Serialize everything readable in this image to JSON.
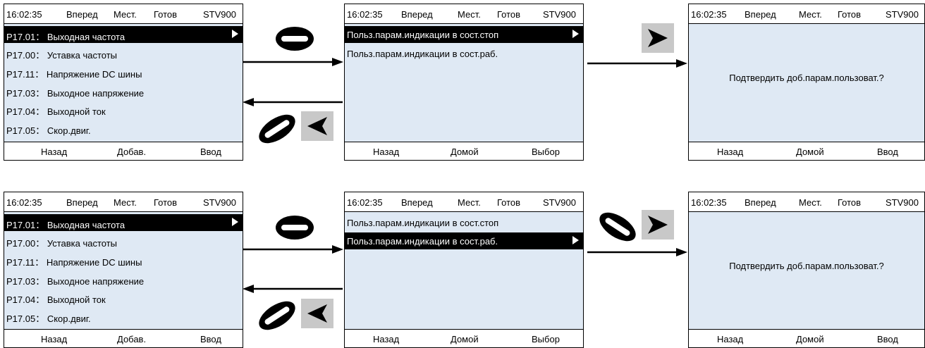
{
  "status": {
    "time": "16:02:35",
    "direction": "Вперед",
    "mode": "Мест.",
    "state": "Готов",
    "model": "STV900"
  },
  "menu_params": [
    "P17.01： Выходная частота",
    "P17.00： Уставка частоты",
    "P17.11： Напряжение DC шины",
    "P17.03： Выходное напряжение",
    "P17.04： Выходной ток",
    "P17.05： Скор.двиг."
  ],
  "menu_display": [
    "Польз.парам.индикации в сост.стоп",
    "Польз.парам.индикации в сост.раб."
  ],
  "confirm_message": "Подтвердить доб.парам.пользоват.?",
  "softkeys": {
    "back": "Назад",
    "add": "Добав.",
    "enter": "Ввод",
    "home": "Домой",
    "select": "Выбор"
  },
  "icons": {
    "knob_press": "knob-press-icon",
    "knob_rotate": "knob-rotate-icon",
    "right_key": "right-key-icon",
    "left_key": "left-key-icon",
    "flow_right": "arrow-right-icon",
    "flow_left": "arrow-left-icon"
  },
  "colors": {
    "screen_bg": "#dfe9f4",
    "highlight": "#000000",
    "key_bg": "#c8c8c8"
  }
}
